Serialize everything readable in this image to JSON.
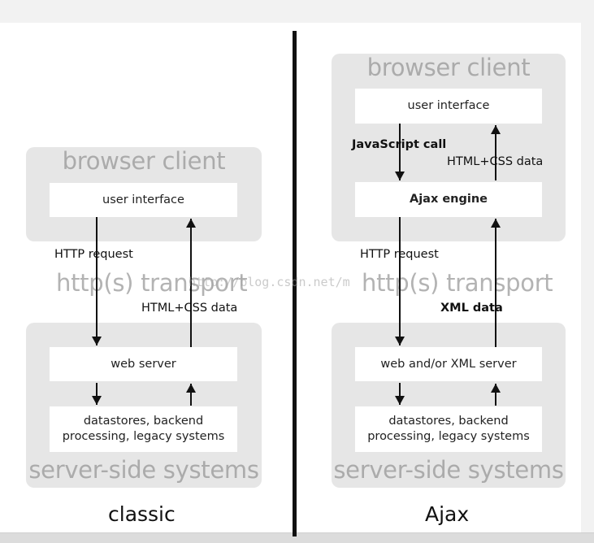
{
  "classic": {
    "browser_client_title": "browser client",
    "user_interface": "user interface",
    "http_request": "HTTP request",
    "transport": "http(s) transport",
    "html_css_data": "HTML+CSS data",
    "web_server": "web server",
    "datastores_line1": "datastores, backend",
    "datastores_line2": "processing, legacy systems",
    "server_side_title": "server-side systems",
    "caption": "classic"
  },
  "ajax": {
    "browser_client_title": "browser client",
    "user_interface": "user interface",
    "javascript_call": "JavaScript call",
    "html_css_data": "HTML+CSS data",
    "ajax_engine": "Ajax engine",
    "http_request": "HTTP request",
    "transport": "http(s) transport",
    "xml_data": "XML data",
    "web_server": "web and/or XML server",
    "datastores_line1": "datastores, backend",
    "datastores_line2": "processing, legacy systems",
    "server_side_title": "server-side systems",
    "caption": "Ajax"
  },
  "watermark": "http://blog.csdn.net/m"
}
